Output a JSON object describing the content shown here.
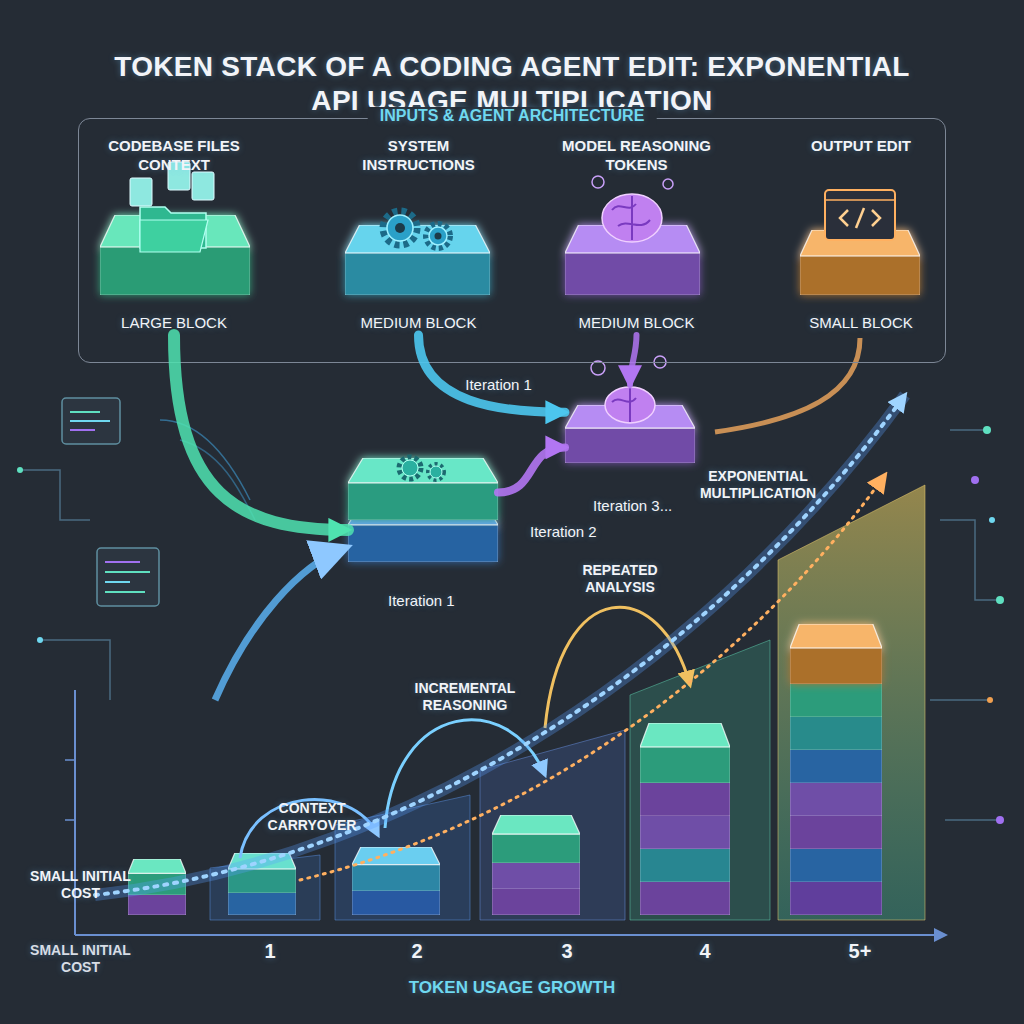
{
  "diagram": {
    "title": "TOKEN STACK OF A CODING AGENT EDIT: EXPONENTIAL API USAGE MULTIPLICATION",
    "nodes": [
      {
        "text": [
          "INPUTS & AGENT ARCHITECTURE"
        ]
      },
      {
        "text": [
          "CODEBASE FILES CONTEXT",
          "LARGE BLOCK"
        ],
        "in": 0
      },
      {
        "text": [
          "SYSTEM INSTRUCTIONS",
          "MEDIUM BLOCK"
        ],
        "in": 0
      },
      {
        "text": [
          "MODEL REASONING TOKENS",
          "MEDIUM BLOCK"
        ],
        "in": 0
      },
      {
        "text": [
          "OUTPUT EDIT",
          "SMALL BLOCK"
        ],
        "in": 0
      },
      {
        "text": [
          "Iteration 2"
        ]
      },
      {
        "text": [
          "Iteration 3..."
        ]
      }
    ],
    "edges": [
      {
        "from": 1,
        "to": 5,
        "arrow": "to"
      },
      {
        "from": 2,
        "to": 6,
        "label": "Iteration 1",
        "arrow": "to"
      },
      {
        "from": 5,
        "to": 6,
        "arrow": "to"
      },
      {
        "from": 3,
        "to": 6,
        "arrow": "to"
      }
    ],
    "labels": [
      "Iteration 1",
      "EXPONENTIAL MULTIPLICATION",
      "REPEATED ANALYSIS",
      "INCREMENTAL REASONING",
      "CONTEXT CARRYOVER",
      "SMALL INITIAL COST",
      "SMALL INITIAL COST",
      "1",
      "2",
      "3",
      "4",
      "5+",
      "TOKEN USAGE GROWTH"
    ]
  }
}
